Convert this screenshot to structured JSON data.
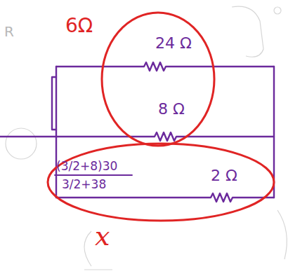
{
  "diagram": {
    "nodes": [
      {
        "text": [
          "6Ω",
          "24 Ω",
          "8 Ω"
        ]
      },
      {
        "text": [
          "(3/2+8)30",
          "3/2+38",
          "2 Ω",
          "x"
        ]
      }
    ],
    "labels": [
      "R"
    ]
  }
}
